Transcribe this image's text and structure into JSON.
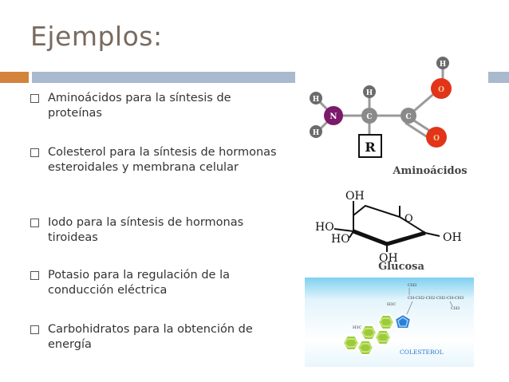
{
  "slide": {
    "title": "Ejemplos:",
    "bullets": [
      {
        "text": "Aminoácidos para la síntesis de proteínas"
      },
      {
        "text": "Colesterol para la síntesis de hormonas esteroidales y membrana celular"
      },
      {
        "text": "Iodo para la síntesis de hormonas tiroideas"
      },
      {
        "text": "Potasio para la regulación de la conducción eléctrica"
      },
      {
        "text": "Carbohidratos para la obtención de energía"
      }
    ]
  },
  "figures": {
    "amino": {
      "caption": "Aminoácidos",
      "atoms": {
        "h": "H",
        "n": "N",
        "c": "C",
        "o": "O",
        "r": "R"
      }
    },
    "glucose": {
      "caption": "Glucosa",
      "oh": "OH",
      "ho": "HO",
      "o": "O"
    },
    "cholesterol": {
      "caption": "COLESTEROL",
      "chain": "CH-CH2-CH2-CH2-CH-CH3",
      "ch3": "CH3",
      "h3c": "H3C"
    }
  },
  "colors": {
    "title": "#7a6a5e",
    "accent_orange": "#d4833d",
    "accent_blue": "#a9b9ce",
    "nitrogen": "#7b1a6b",
    "oxygen": "#e23418",
    "carbon": "#8a8a8a",
    "hydrogen": "#6b6b6b",
    "hex_green": "#9ccc3a",
    "pentagon_blue": "#2b7fd6"
  }
}
